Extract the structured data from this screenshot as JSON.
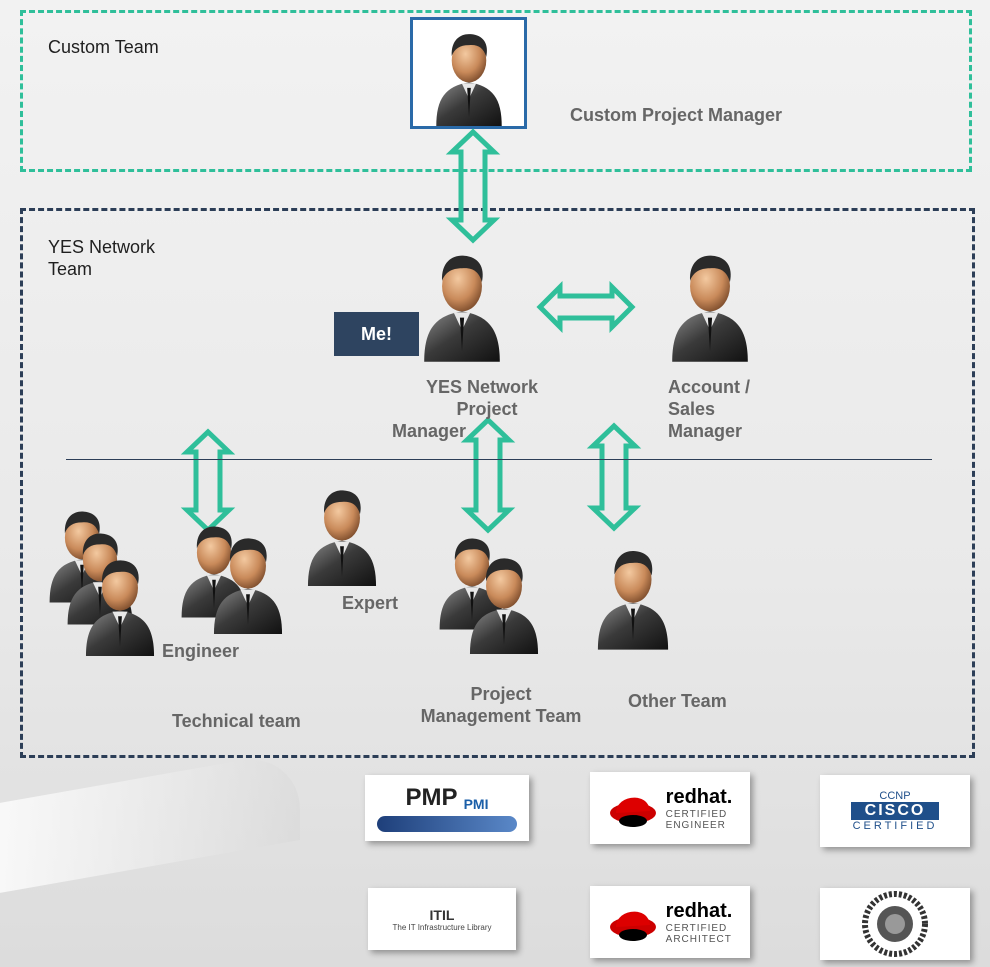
{
  "custom_team": {
    "label": "Custom Team",
    "manager_label": "Custom Project Manager"
  },
  "yes_team": {
    "label_line1": "YES Network",
    "label_line2": "Team",
    "me_badge": "Me!",
    "pm_line1": "YES Network",
    "pm_line2": "Project",
    "pm_line3": "Manager",
    "account_line1": "Account /",
    "account_line2": "Sales",
    "account_line3": "Manager",
    "engineer_label": "Engineer",
    "expert_label": "Expert",
    "technical_team": "Technical team",
    "pmt_line1": "Project",
    "pmt_line2": "Management Team",
    "other_team": "Other Team"
  },
  "certifications": {
    "pmp": {
      "title": "PMP",
      "sub": "PMI"
    },
    "redhat_engineer": {
      "brand": "redhat.",
      "line1": "CERTIFIED",
      "line2": "ENGINEER"
    },
    "cisco": {
      "top": "CCNP",
      "brand": "CISCO",
      "bottom": "CERTIFIED"
    },
    "itil": {
      "title": "ITIL",
      "sub": "The IT Infrastructure Library"
    },
    "redhat_architect": {
      "brand": "redhat.",
      "line1": "CERTIFIED",
      "line2": "ARCHITECT"
    },
    "cisco_seal": {
      "icon": "certification-seal-icon"
    }
  },
  "colors": {
    "arrow": "#2fbf9a",
    "custom_border": "#2fbf9a",
    "yes_border": "#2c3e57",
    "pm_frame": "#2a6aa8",
    "me_badge": "#2e4460"
  }
}
